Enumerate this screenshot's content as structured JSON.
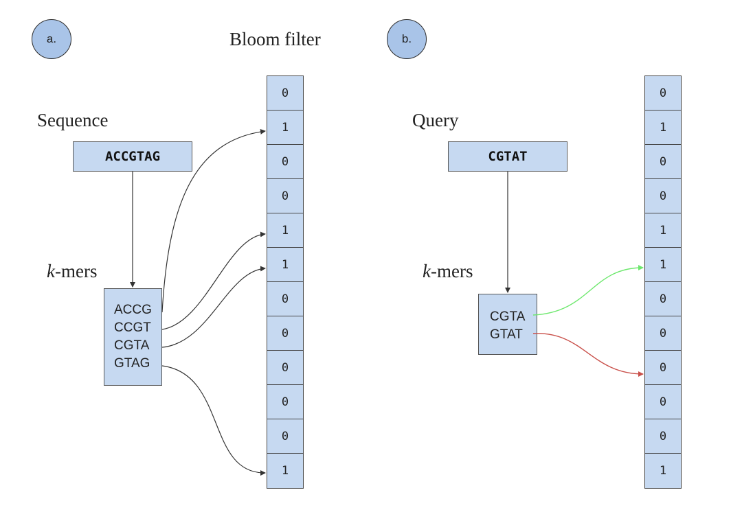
{
  "panel_a": {
    "label": "a.",
    "title": "Bloom filter",
    "sequence_label": "Sequence",
    "sequence": "ACCGTAG",
    "kmers_prefix": "k",
    "kmers_suffix": "-mers",
    "kmers": [
      "ACCG",
      "CCGT",
      "CGTA",
      "GTAG"
    ],
    "bits": [
      "0",
      "1",
      "0",
      "0",
      "1",
      "1",
      "0",
      "0",
      "0",
      "0",
      "0",
      "1"
    ]
  },
  "panel_b": {
    "label": "b.",
    "query_label": "Query",
    "query": "CGTAT",
    "kmers_prefix": "k",
    "kmers_suffix": "-mers",
    "kmers": [
      "CGTA",
      "GTAT"
    ],
    "bits": [
      "0",
      "1",
      "0",
      "0",
      "1",
      "1",
      "0",
      "0",
      "0",
      "0",
      "0",
      "1"
    ]
  },
  "colors": {
    "box_fill": "#c6d9f1",
    "circle_fill": "#a9c4e8",
    "hit_arrow": "#6ee86e",
    "miss_arrow": "#c9504a",
    "arrow": "#333333"
  }
}
